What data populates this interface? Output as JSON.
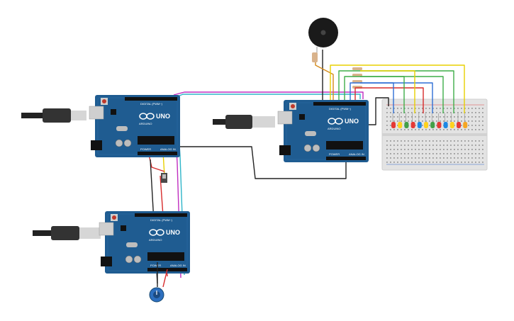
{
  "boards": [
    {
      "id": "arduino-1",
      "model_label": "UNO",
      "brand_label": "ARDUINO",
      "header_digital": "DIGITAL (PWM~)",
      "header_power": "POWER",
      "header_analog": "ANALOG IN"
    },
    {
      "id": "arduino-2",
      "model_label": "UNO",
      "brand_label": "ARDUINO",
      "header_digital": "DIGITAL (PWM~)",
      "header_power": "POWER",
      "header_analog": "ANALOG IN"
    },
    {
      "id": "arduino-3",
      "model_label": "UNO",
      "brand_label": "ARDUINO",
      "header_digital": "DIGITAL (PWM~)",
      "header_power": "POWER",
      "header_analog": "ANALOG IN"
    }
  ],
  "components": {
    "usb_cables": 3,
    "buzzer": "piezo",
    "potentiometer": "rotary",
    "switch": "slide",
    "leds": [
      "#e53935",
      "#ffd21f",
      "#43a047",
      "#e53935",
      "#1e88e5",
      "#ffd21f",
      "#43a047",
      "#e53935",
      "#1e88e5",
      "#ffd21f",
      "#e53935",
      "#f5a623"
    ],
    "breadboard": "half-size"
  },
  "colors": {
    "board": "#1f5c91",
    "board_dark": "#17496f",
    "breadboard": "#e6e6e6",
    "wire_black": "#222222",
    "wire_yellow": "#e8d000",
    "wire_green": "#3fae49",
    "wire_blue": "#2f6fd6",
    "wire_red": "#d72b2b",
    "wire_magenta": "#c02ec0",
    "wire_cyan": "#2fb5c9",
    "wire_orange": "#d48a1a"
  }
}
